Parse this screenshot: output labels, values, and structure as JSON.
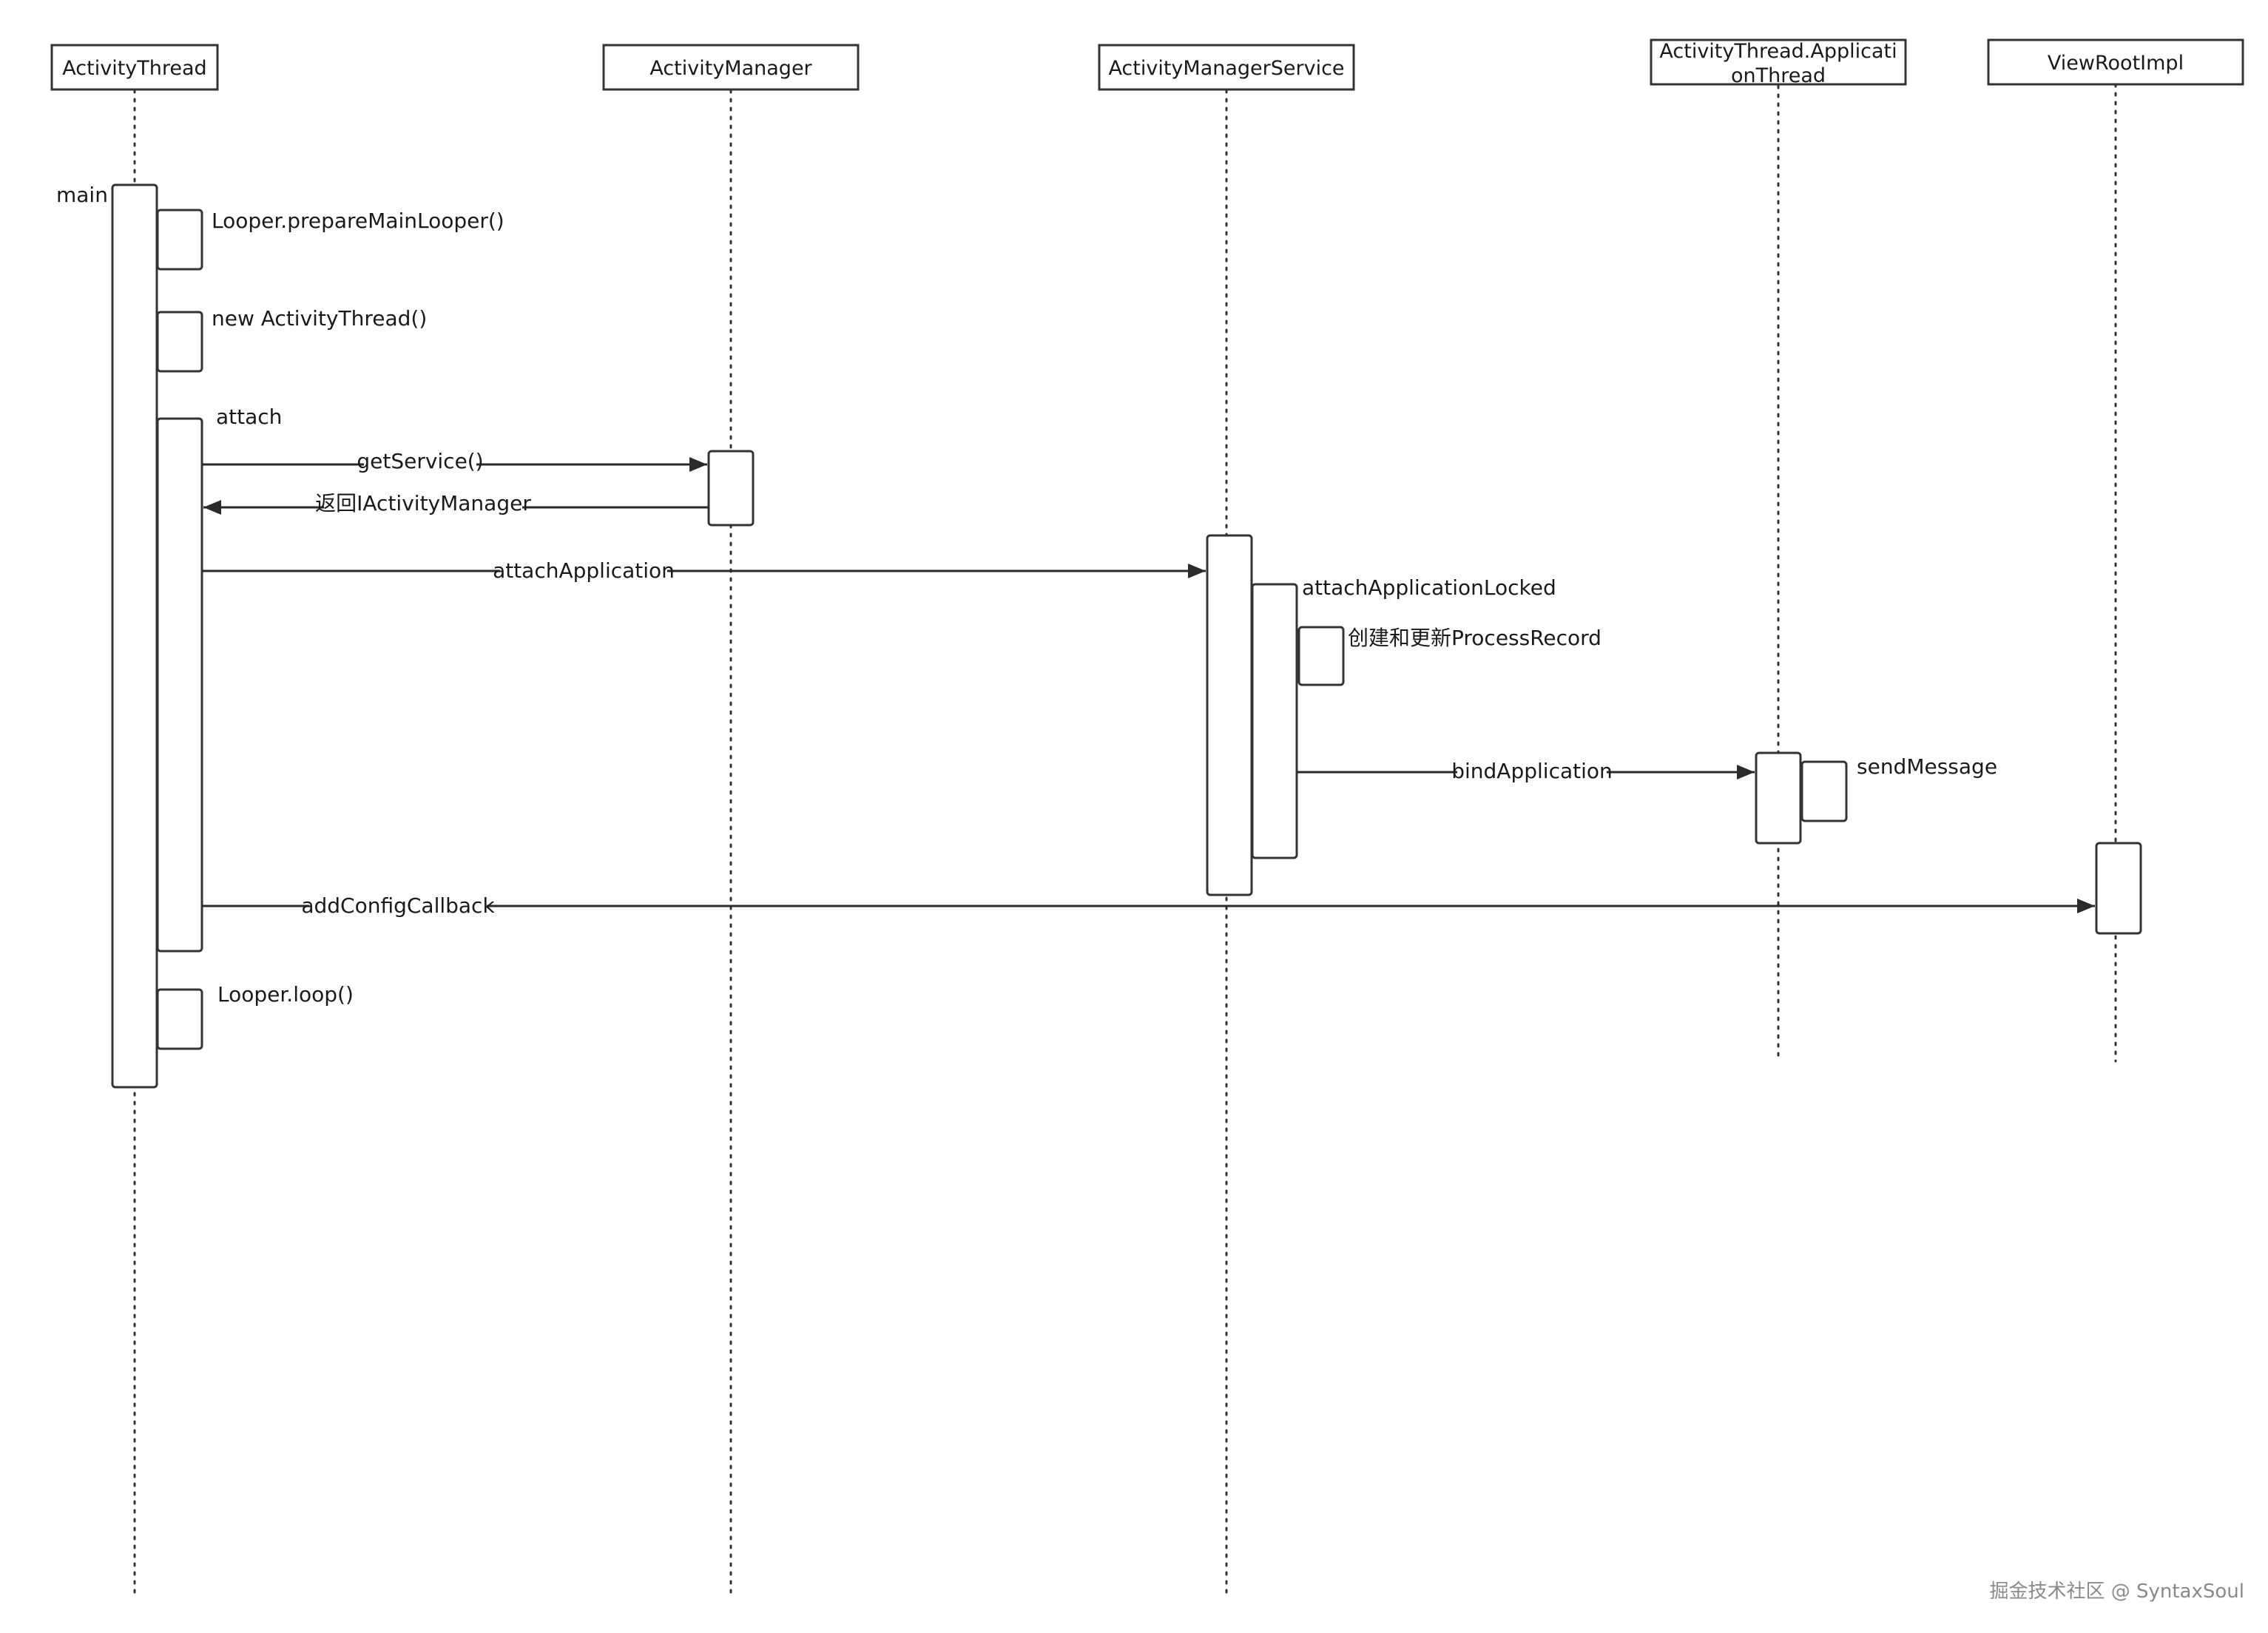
{
  "participants": [
    {
      "id": "at",
      "name": "ActivityThread"
    },
    {
      "id": "am",
      "name": "ActivityManager"
    },
    {
      "id": "ams",
      "name": "ActivityManagerService"
    },
    {
      "id": "app",
      "name_lines": [
        "ActivityThread.Applicati",
        "onThread"
      ]
    },
    {
      "id": "vri",
      "name": "ViewRootImpl"
    }
  ],
  "activation_labels": {
    "main": "main",
    "prepare": "Looper.prepareMainLooper()",
    "new_at": "new ActivityThread()",
    "attach": "attach",
    "attach_locked": "attachApplicationLocked",
    "process_record": "创建和更新ProcessRecord",
    "send_message": "sendMessage",
    "loop": "Looper.loop()"
  },
  "messages": [
    {
      "id": "get_service",
      "label": "getService()",
      "kind": "call"
    },
    {
      "id": "return_iam",
      "label": "返回IActivityManager",
      "kind": "return"
    },
    {
      "id": "attach_app",
      "label": "attachApplication",
      "kind": "call"
    },
    {
      "id": "bind_app",
      "label": "bindApplication",
      "kind": "call"
    },
    {
      "id": "config_cb",
      "label": "addConfigCallback",
      "kind": "call"
    }
  ],
  "watermark": "掘金技术社区 @ SyntaxSoul"
}
